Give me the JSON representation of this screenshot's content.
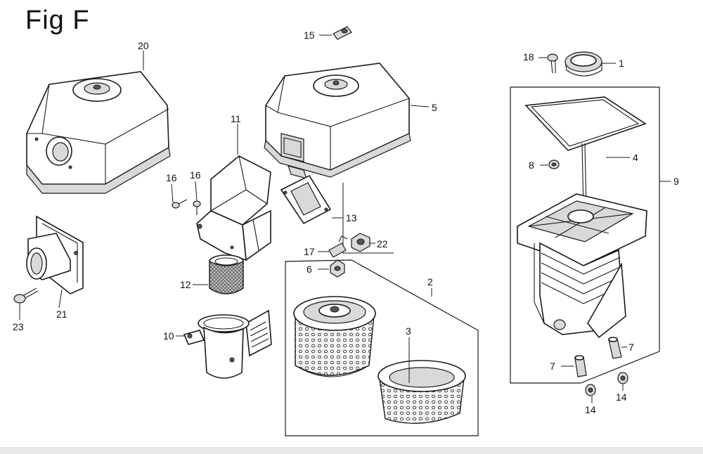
{
  "figure": {
    "title": "Fig F"
  },
  "callouts": [
    {
      "id": "c20",
      "text": "20"
    },
    {
      "id": "c21",
      "text": "21"
    },
    {
      "id": "c23",
      "text": "23"
    },
    {
      "id": "c11",
      "text": "11"
    },
    {
      "id": "c16a",
      "text": "16"
    },
    {
      "id": "c16b",
      "text": "16"
    },
    {
      "id": "c12",
      "text": "12"
    },
    {
      "id": "c10",
      "text": "10"
    },
    {
      "id": "c15",
      "text": "15"
    },
    {
      "id": "c5",
      "text": "5"
    },
    {
      "id": "c13",
      "text": "13"
    },
    {
      "id": "c22",
      "text": "22"
    },
    {
      "id": "c17",
      "text": "17"
    },
    {
      "id": "c6",
      "text": "6"
    },
    {
      "id": "c2",
      "text": "2"
    },
    {
      "id": "c3",
      "text": "3"
    },
    {
      "id": "c18",
      "text": "18"
    },
    {
      "id": "c1",
      "text": "1"
    },
    {
      "id": "c4",
      "text": "4"
    },
    {
      "id": "c8",
      "text": "8"
    },
    {
      "id": "c9",
      "text": "9"
    },
    {
      "id": "c7a",
      "text": "7"
    },
    {
      "id": "c7b",
      "text": "7"
    },
    {
      "id": "c14a",
      "text": "14"
    },
    {
      "id": "c14b",
      "text": "14"
    }
  ]
}
